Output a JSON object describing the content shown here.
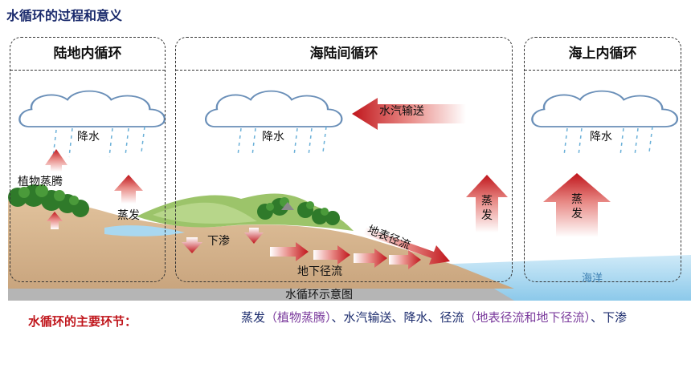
{
  "title": "水循环的过程和意义",
  "sections": {
    "land": {
      "heading": "陆地内循环",
      "precip": "降水",
      "transpiration": "植物蒸腾",
      "evap": "蒸发"
    },
    "sea_land": {
      "heading": "海陆间循环",
      "precip": "降水",
      "vapor": "水汽输送",
      "evap_1": "蒸",
      "evap_2": "发",
      "surface_runoff": "地表径流",
      "infiltration": "下渗",
      "underground_runoff": "地下径流"
    },
    "ocean": {
      "heading": "海上内循环",
      "precip": "降水",
      "evap_1": "蒸",
      "evap_2": "发",
      "ocean_label": "海洋"
    }
  },
  "caption": "水循环示意图",
  "summary": {
    "key": "水循环的主要环节：",
    "t1": "蒸发",
    "p1": "（植物蒸腾）",
    "t2": "、水汽输送、降水、径流",
    "p2": "（地表径流和地下径流）",
    "t3": "、下渗"
  },
  "colors": {
    "arrow_red": "#c0161c",
    "land": "#d9b892",
    "hill": "#9cc46a",
    "ocean": "#a9d8f0",
    "title": "#1a2a6c",
    "summary_key": "#c0161c",
    "summary_purple": "#7a3a9c"
  }
}
